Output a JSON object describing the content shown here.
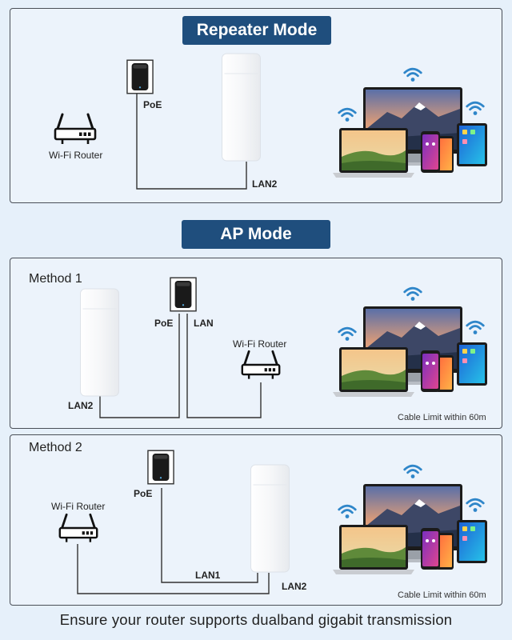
{
  "repeater": {
    "title": "Repeater Mode",
    "router_label": "Wi-Fi Router",
    "poe_label": "PoE",
    "lan2_label": "LAN2"
  },
  "ap": {
    "title": "AP Mode",
    "method1": {
      "title": "Method 1",
      "poe_label": "PoE",
      "lan_label": "LAN",
      "router_label": "Wi-Fi Router",
      "lan2_label": "LAN2",
      "cable_limit": "Cable Limit  within 60m"
    },
    "method2": {
      "title": "Method 2",
      "router_label": "Wi-Fi Router",
      "poe_label": "PoE",
      "lan1_label": "LAN1",
      "lan2_label": "LAN2",
      "cable_limit": "Cable Limit  within 60m"
    }
  },
  "footer": "Ensure your router supports dualband gigabit transmission",
  "colors": {
    "title_bg": "#1f4e7d",
    "wifi": "#2f86c9",
    "cable": "#333333"
  }
}
